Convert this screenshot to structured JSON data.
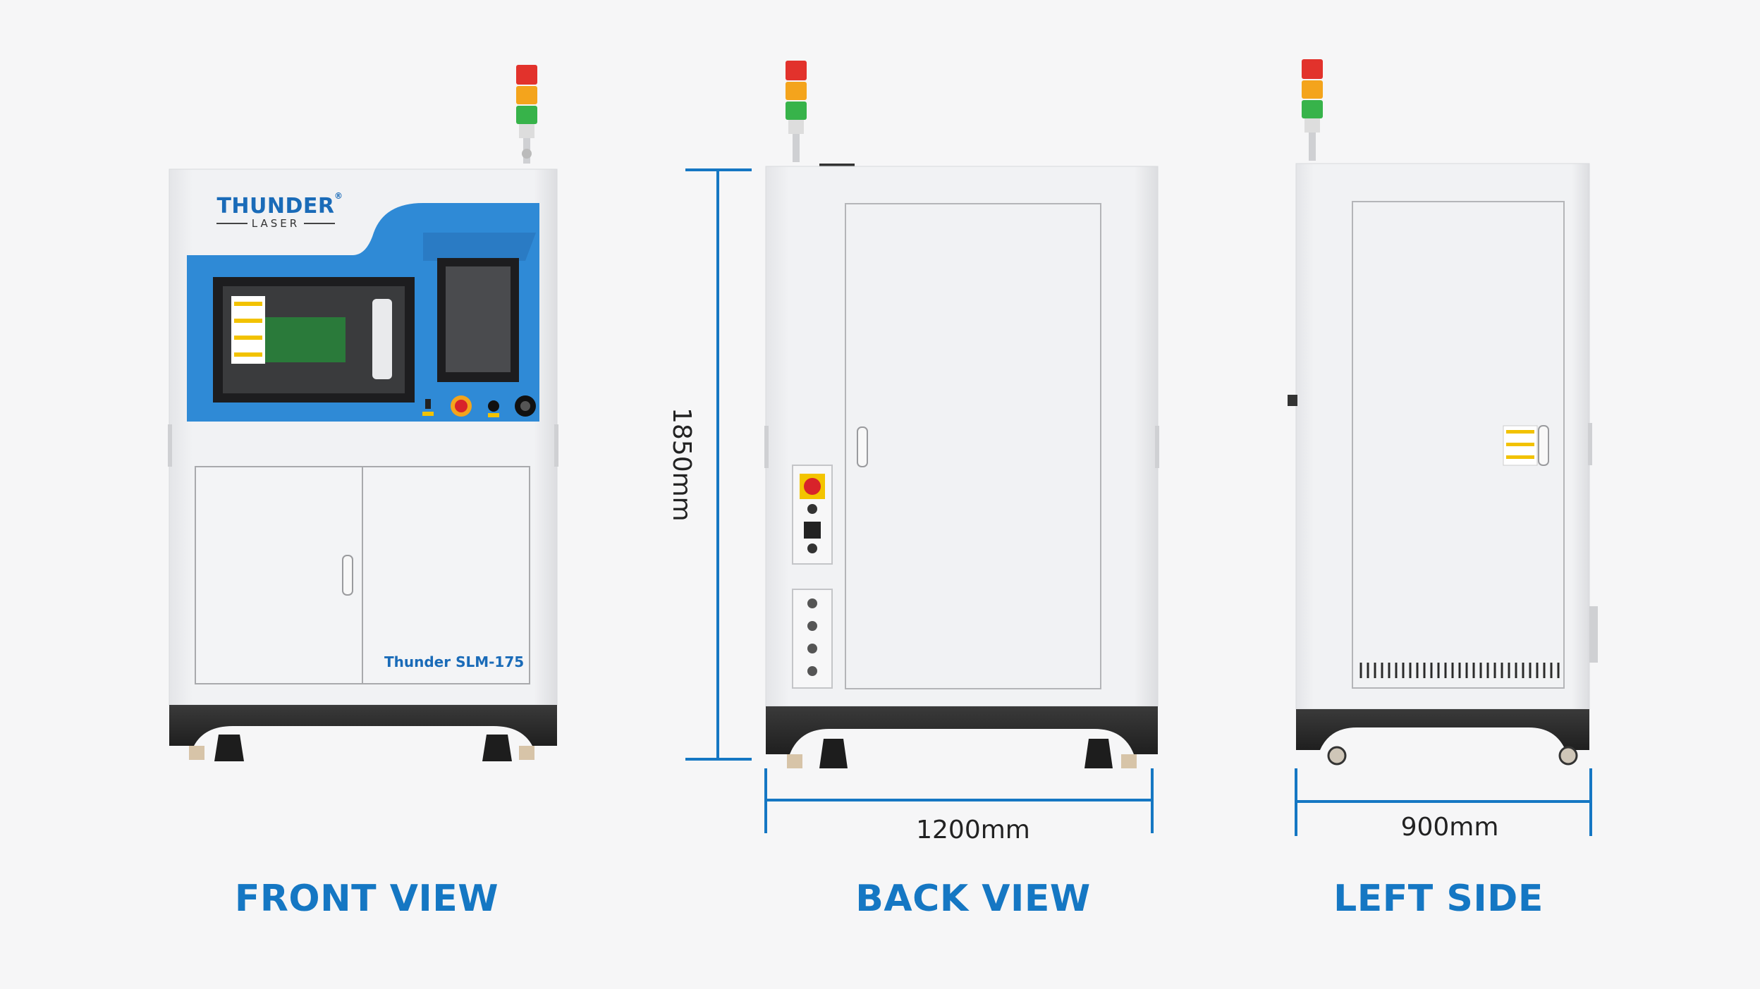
{
  "brand": {
    "name": "THUNDER",
    "sub": "LASER",
    "reg": "®"
  },
  "model_label": "Thunder SLM-175",
  "views": {
    "front": "FRONT VIEW",
    "back": "BACK VIEW",
    "left": "LEFT SIDE"
  },
  "dimensions": {
    "height": "1850mm",
    "width": "1200mm",
    "depth": "900mm"
  },
  "colors": {
    "accent": "#1577c3",
    "panel_blue": "#2f8ad6",
    "body": "#eeeff1",
    "base": "#2b2b2b"
  }
}
